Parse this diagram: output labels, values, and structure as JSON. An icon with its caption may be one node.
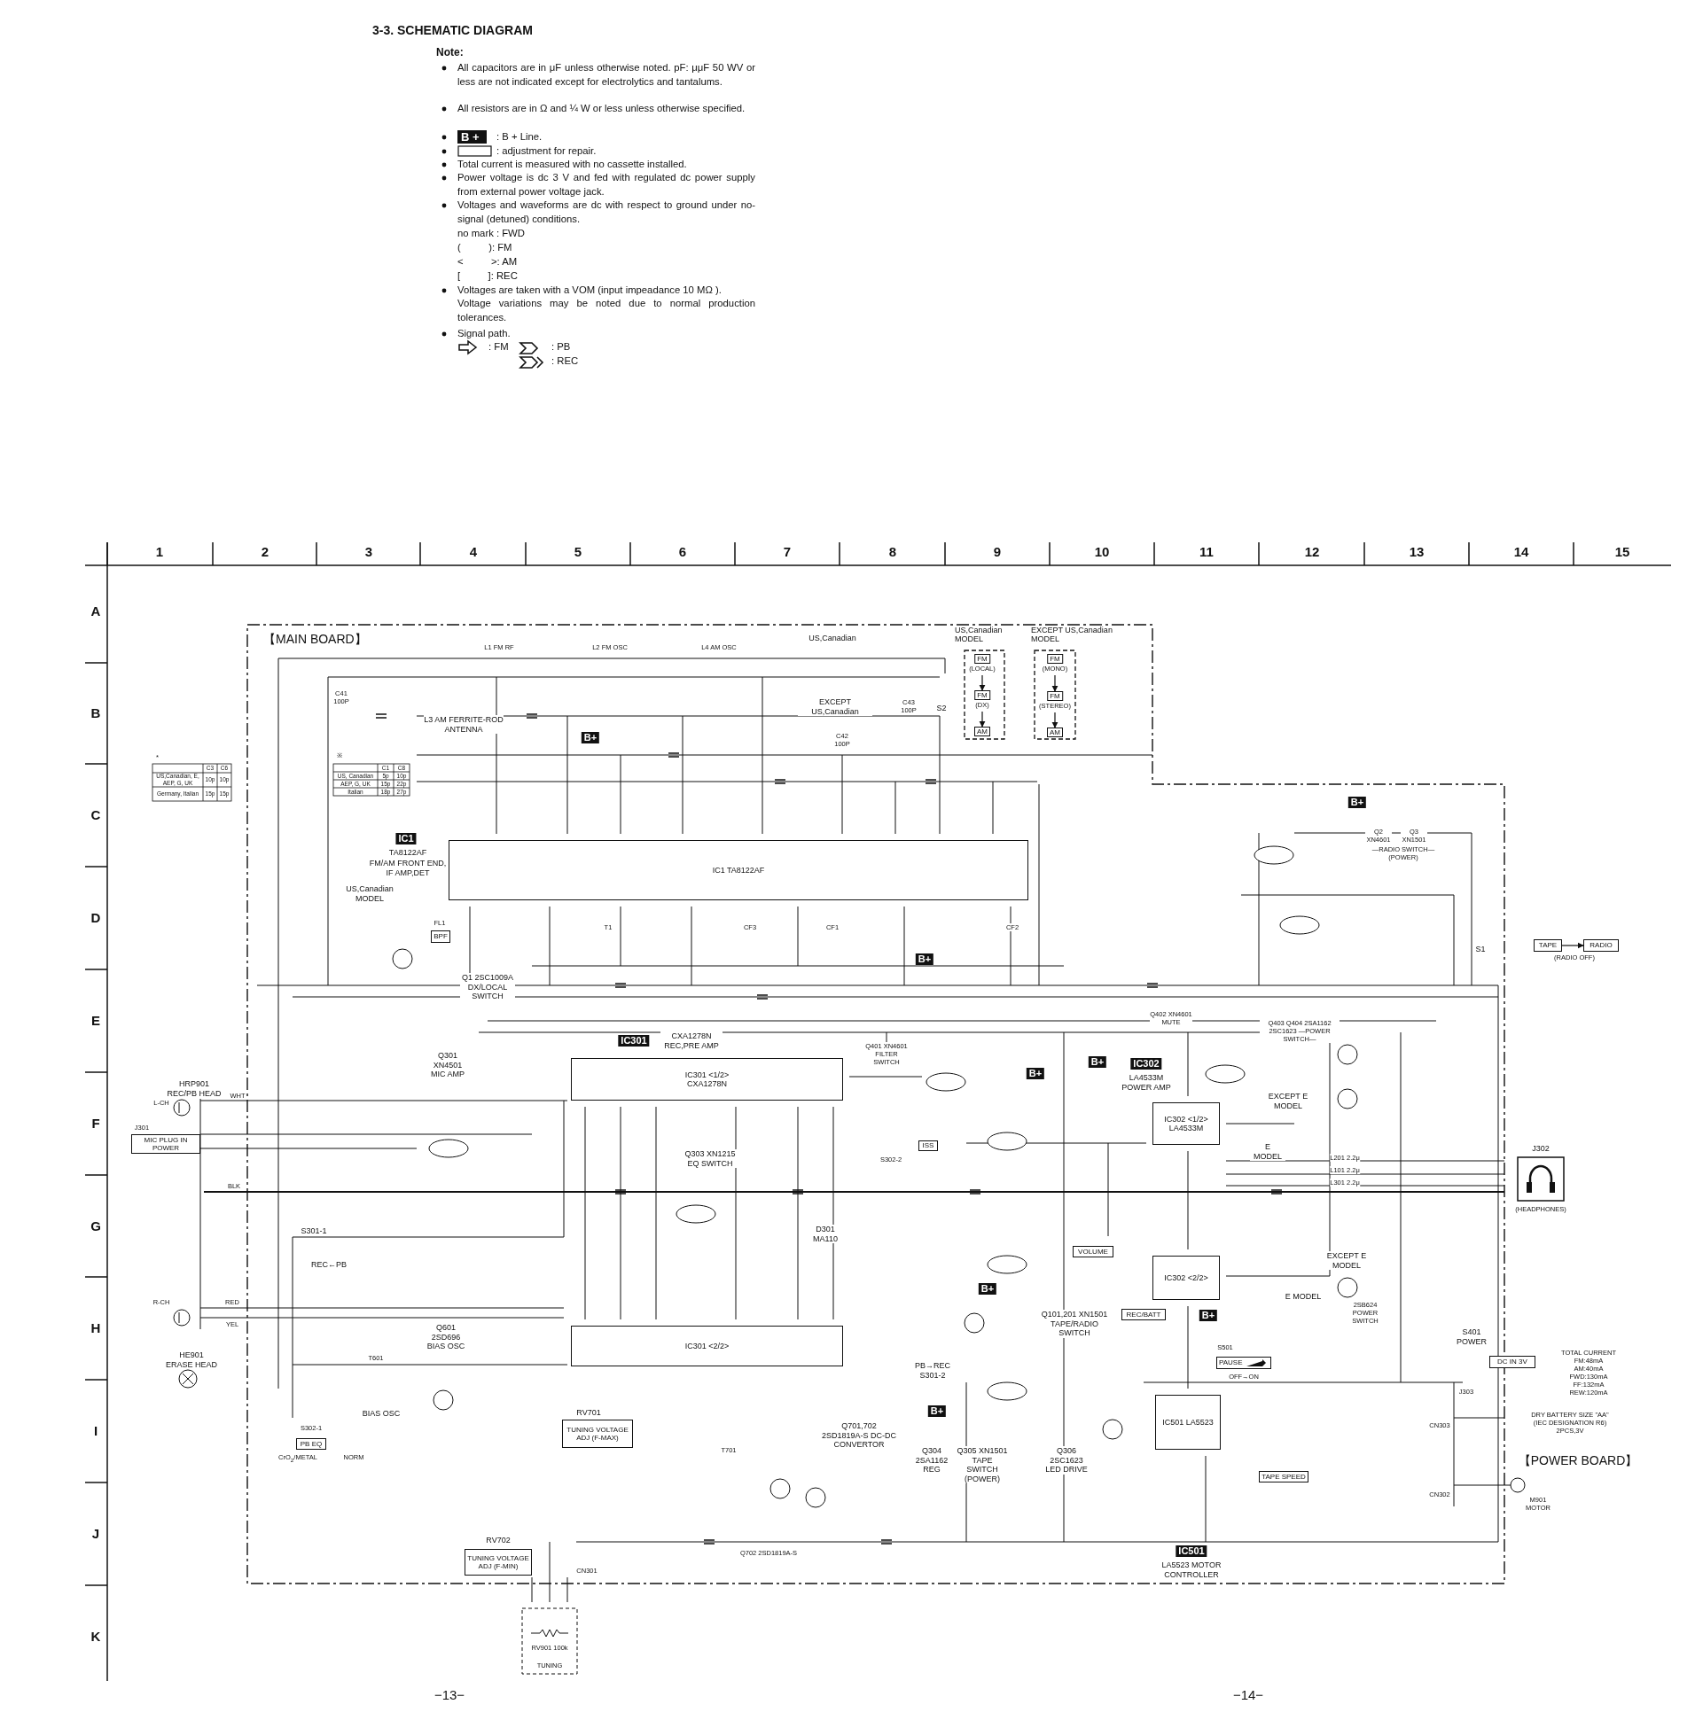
{
  "diagram": {
    "title": "3-3. SCHEMATIC DIAGRAM",
    "nodes": [
      {
        "text": [
          "【MAIN BOARD】"
        ]
      },
      {
        "text": [
          "IC1 TA8122AF"
        ],
        "in": 0
      },
      {
        "text": [
          "IC301 <1/2> CXA1278N"
        ],
        "in": 0
      },
      {
        "text": [
          "IC301 <2/2>"
        ],
        "in": 0
      },
      {
        "text": [
          "IC302 <1/2> LA4533M"
        ],
        "in": 0
      },
      {
        "text": [
          "IC302 <2/2>"
        ],
        "in": 0
      },
      {
        "text": [
          "IC501 LA5523"
        ],
        "in": 0
      },
      {
        "text": [
          "US,Canadian MODEL"
        ],
        "in": 0
      },
      {
        "text": [
          "FM"
        ],
        "beside": [
          "(LOCAL)"
        ],
        "in": 7
      },
      {
        "text": [
          "FM"
        ],
        "beside": [
          "(DX)"
        ],
        "in": 7
      },
      {
        "text": [
          "AM"
        ],
        "in": 7
      },
      {
        "text": [
          "EXCEPT US,Canadian MODEL"
        ],
        "in": 0
      },
      {
        "text": [
          "FM"
        ],
        "beside": [
          "(MONO)"
        ],
        "in": 11
      },
      {
        "text": [
          "FM"
        ],
        "beside": [
          "(STEREO)"
        ],
        "in": 11
      },
      {
        "text": [
          "AM"
        ],
        "in": 11
      },
      {
        "text": [
          "BPF"
        ],
        "in": 0
      },
      {
        "text": [
          "ISS"
        ],
        "in": 0
      },
      {
        "text": [
          "MIC PLUG IN POWER"
        ]
      },
      {
        "text": [
          "VOLUME"
        ],
        "in": 0
      },
      {
        "text": [
          "REC/BATT"
        ],
        "in": 0
      },
      {
        "text": [
          "PAUSE"
        ],
        "in": 0
      },
      {
        "text": [
          "TAPE SPEED"
        ],
        "in": 0
      },
      {
        "text": [
          "PB EQ"
        ],
        "in": 0
      },
      {
        "text": [
          "TUNING VOLTAGE ADJ (F-MAX)"
        ],
        "in": 0
      },
      {
        "text": [
          "TUNING VOLTAGE ADJ (F-MIN)"
        ],
        "in": 0
      },
      {
        "text": [
          "RV901 100k",
          "TUNING"
        ]
      },
      {
        "text": [
          "TAPE"
        ]
      },
      {
        "text": [
          "RADIO"
        ]
      },
      {
        "text": [
          "DC IN 3V"
        ]
      }
    ],
    "edges": [
      {
        "from": 8,
        "to": 9,
        "arrow": "to"
      },
      {
        "from": 9,
        "to": 10,
        "arrow": "to"
      },
      {
        "from": 12,
        "to": 13,
        "arrow": "to"
      },
      {
        "from": 13,
        "to": 14,
        "arrow": "to"
      },
      {
        "from": 26,
        "to": 27,
        "arrow": "to"
      }
    ],
    "labels": [
      "Note:",
      "All capacitors are in μF unless otherwise noted. pF: μμF 50 WV or less are not indicated except for electrolytics and tantalums.",
      "All resistors are in Ω and ¼ W or less unless otherwise specified.",
      "B +",
      ": B + Line.",
      ": adjustment for repair.",
      "Total current is measured with no cassette installed.",
      "Power voltage is dc 3 V and fed with regulated dc power supply from external power voltage jack.",
      "Voltages and waveforms are dc with respect to ground under no-signal (detuned) conditions.",
      "no mark : FWD",
      "(          ): FM",
      "<          >: AM",
      "[          ]: REC",
      "Voltages are taken with a VOM (input impeadance 10 MΩ ).",
      "Voltage variations may be noted due to normal production tolerances.",
      "Signal path.",
      ": FM",
      ": PB",
      ": REC",
      "1",
      "2",
      "3",
      "4",
      "5",
      "6",
      "7",
      "8",
      "9",
      "10",
      "11",
      "12",
      "13",
      "14",
      "15",
      "A",
      "B",
      "C",
      "D",
      "E",
      "F",
      "G",
      "H",
      "I",
      "J",
      "K",
      "*",
      "C3",
      "C6",
      "US,Canadian, E, AEP, G, UK",
      "10p",
      "10p",
      "Germany, Italian",
      "15p",
      "15p",
      "L1 FM RF",
      "L2 FM OSC",
      "L4 AM OSC",
      "US,Canadian",
      "C41 100P",
      "L3 AM FERRITE-ROD ANTENNA",
      "B+",
      "EXCEPT US,Canadian",
      "C43 100P",
      "C42 100P",
      "S2",
      "※",
      "C1",
      "C8",
      "US, Canadian",
      "5p",
      "10p",
      "AEP, G, UK",
      "15p",
      "22p",
      "Italian",
      "18p",
      "27p",
      "IC1",
      "TA8122AF",
      "FM/AM FRONT END, IF AMP,DET",
      "US,Canadian MODEL",
      "FL1",
      "T1",
      "CF3",
      "CF1",
      "CF2",
      "Q1 2SC1009A DX/LOCAL SWITCH",
      "B+",
      "B+",
      "Q2 XN4601",
      "Q3 XN1501",
      "—RADIO SWITCH— (POWER)",
      "S1",
      "(RADIO OFF)",
      "Q301 XN4501 MIC AMP",
      "HRP901 REC/PB HEAD",
      "L-CH",
      "WHT",
      "J301",
      "IC301",
      "CXA1278N REC,PRE AMP",
      "Q401 XN4601 FILTER SWITCH",
      "Q402 XN4601 MUTE",
      "Q403 Q404 2SA1162 2SC1623 —POWER SWITCH—",
      "IC302",
      "LA4533M POWER AMP",
      "B+",
      "B+",
      "EXCEPT E MODEL",
      "E MODEL",
      "J302",
      "L201 2.2μ",
      "L101 2.2μ",
      "L301 2.2μ",
      "(HEADPHONES)",
      "BLK",
      "Q303 XN1215 EQ SWITCH",
      "S302-2",
      "S301-1",
      "REC←PB",
      "D301 MA110",
      "EXCEPT E MODEL",
      "B+",
      "E MODEL",
      "2SB624 POWER SWITCH",
      "R-CH",
      "RED",
      "YEL",
      "Q601 2SD696 BIAS OSC",
      "Q101,201 XN1501 TAPE/RADIO SWITCH",
      "B+",
      "S401 POWER",
      "HE901 ERASE HEAD",
      "T601",
      "PB→REC S301-2",
      "S501",
      "OFF→ON",
      "TOTAL CURRENT FM:48mA AM:40mA FWD:130mA FF:132mA REW:120mA",
      "J303",
      "BIAS OSC",
      "RV701",
      "B+",
      "S302-1",
      "Q701,702 2SD1819A-S DC-DC CONVERTOR",
      "CrO$_{2}$/METAL",
      "NORM",
      "T701",
      "Q304 2SA1162 REG",
      "Q305 XN1501 TAPE SWITCH (POWER)",
      "Q306 2SC1623 LED DRIVE",
      "DRY BATTERY SIZE \"AA\" (IEC DESIGNATION R6) 2PCS,3V",
      "CN303",
      "【POWER BOARD】",
      "CN302",
      "M901 MOTOR",
      "RV702",
      "Q702 2SD1819A-S",
      "IC501",
      "LA5523 MOTOR CONTROLLER",
      "CN301",
      "−13−",
      "−14−"
    ]
  }
}
